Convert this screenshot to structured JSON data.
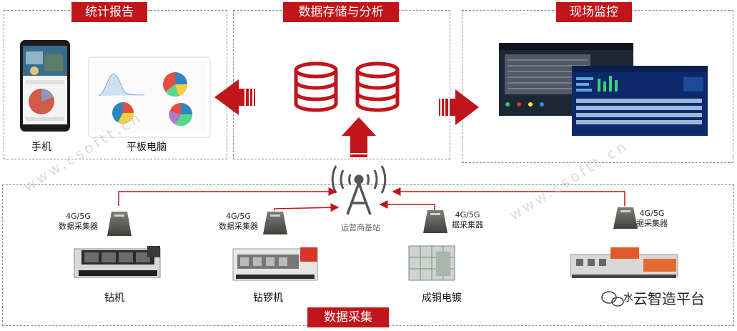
{
  "sections": {
    "report": "统计报告",
    "storage": "数据存储与分析",
    "monitor": "现场监控",
    "collect": "数据采集"
  },
  "devices": {
    "phone": "手机",
    "tablet": "平板电脑"
  },
  "station_label": "运营商基站",
  "collectors": [
    {
      "line1": "4G/5G",
      "line2": "数据采集器"
    },
    {
      "line1": "4G/5G",
      "line2": "数据采集器"
    },
    {
      "line1": "4G/5G",
      "line2": "据采集器"
    },
    {
      "line1": "4G/5G",
      "line2": "据采集器"
    }
  ],
  "machines": [
    "钻机",
    "钻锣机",
    "成铜电镀",
    "水"
  ],
  "brand": "云智造平台",
  "watermark": "www.csoftt.cn",
  "colors": {
    "accent": "#c0151b"
  }
}
